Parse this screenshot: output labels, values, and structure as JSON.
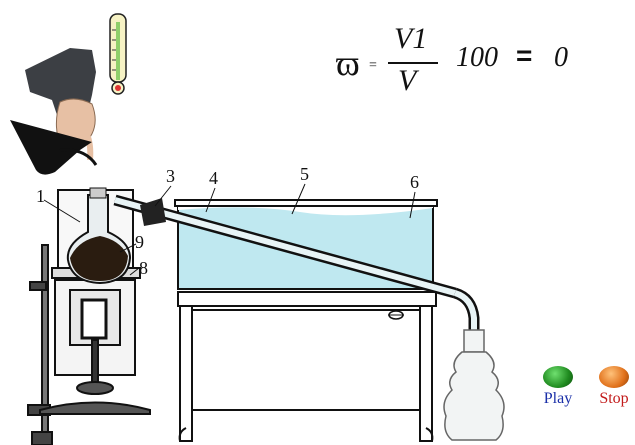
{
  "formula": {
    "omega": "ϖ",
    "equals_small": "=",
    "numerator": "V1",
    "denominator": "V",
    "multiplier": "100",
    "equals": "=",
    "result": "0"
  },
  "labels": [
    "1",
    "3",
    "4",
    "5",
    "6",
    "8",
    "9"
  ],
  "controls": {
    "play_label": "Play",
    "stop_label": "Stop",
    "play_color": "#1f8a1f",
    "stop_color": "#e0701a"
  },
  "colors": {
    "water": "#bfe8f0",
    "liquid": "#2a1c10",
    "frame": "#111111"
  }
}
